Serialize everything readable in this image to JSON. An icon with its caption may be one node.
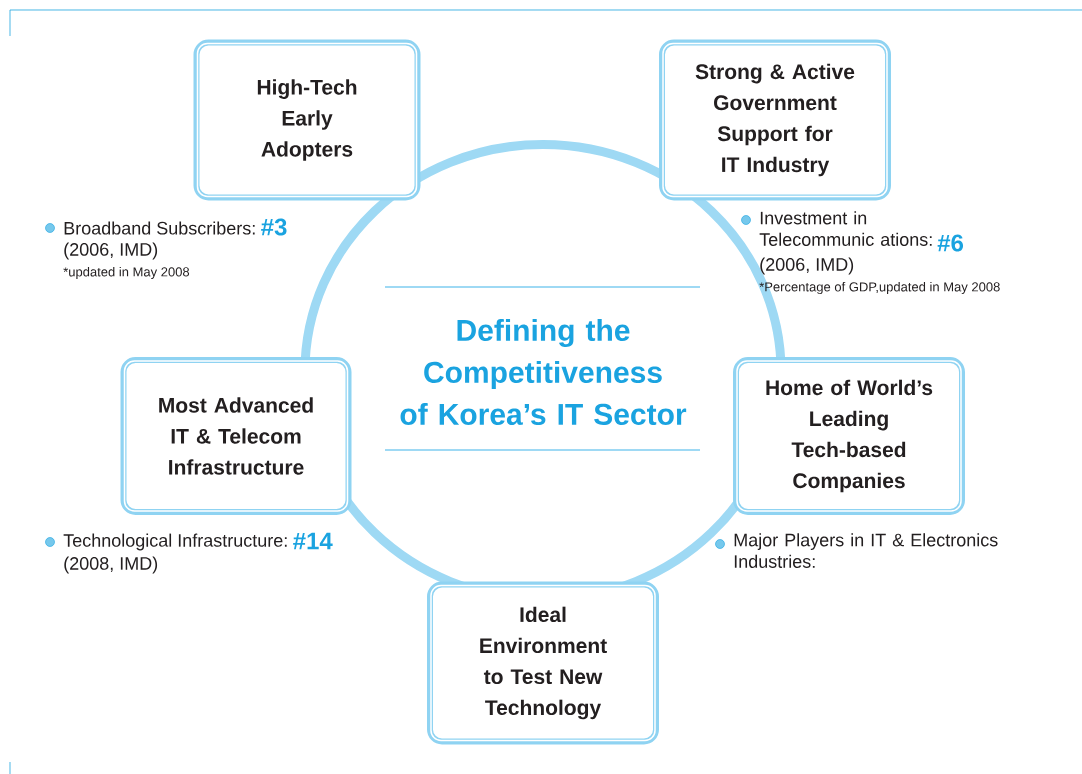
{
  "diagram": {
    "nodes": [
      {
        "text": [
          "High-Tech Early Adopters"
        ],
        "beside": [
          "Broadband Subscribers:",
          "#3",
          "(2006, IMD)",
          "*updated in May 2008"
        ]
      },
      {
        "text": [
          "Strong & Active Government Support for IT Industry"
        ]
      },
      {
        "text": [
          "Defining the Competitiveness of Korea’s IT Sector"
        ]
      },
      {
        "text": [
          "Most Advanced IT & Telecom Infrastructure"
        ],
        "beside": [
          "Technological Infrastructure:",
          "#14",
          "(2008, IMD)"
        ]
      },
      {
        "text": [
          "Home of World’s Leading Tech-based Companies"
        ]
      },
      {
        "text": [
          "Ideal Environment to Test New Technology"
        ]
      }
    ],
    "labels": [
      "Investment in Telecommunic ations:",
      "#6",
      "(2006, IMD)",
      "*Percentage of GDP,updated in May 2008",
      "Major Players in IT & Electronics Industries:"
    ]
  }
}
